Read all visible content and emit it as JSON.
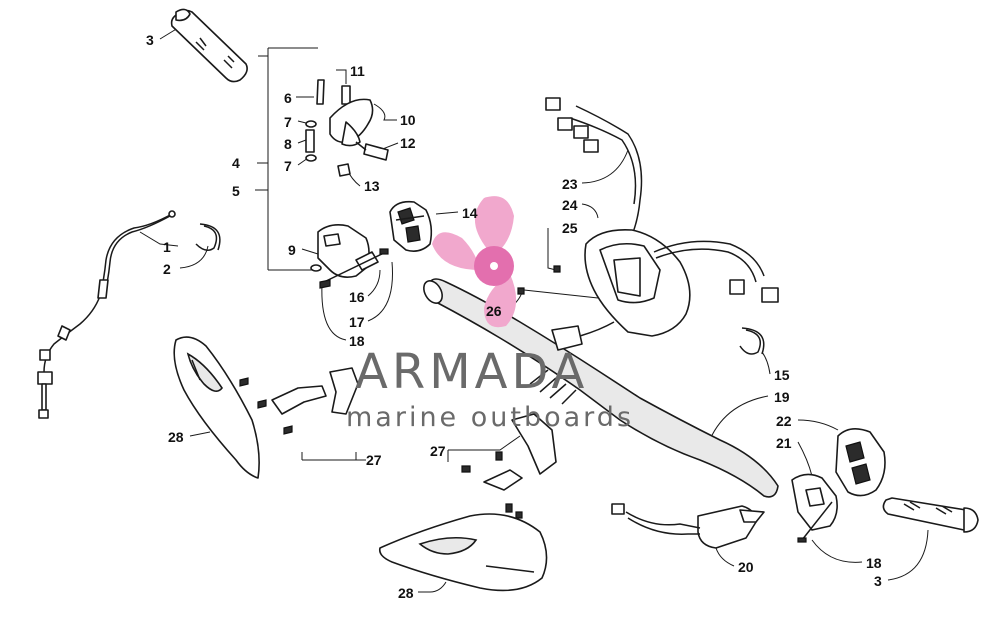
{
  "callouts": [
    {
      "id": "c3a",
      "label": "3"
    },
    {
      "id": "c11",
      "label": "11"
    },
    {
      "id": "c6",
      "label": "6"
    },
    {
      "id": "c10",
      "label": "10"
    },
    {
      "id": "c7a",
      "label": "7"
    },
    {
      "id": "c8",
      "label": "8"
    },
    {
      "id": "c12",
      "label": "12"
    },
    {
      "id": "c7b",
      "label": "7"
    },
    {
      "id": "c4",
      "label": "4"
    },
    {
      "id": "c13",
      "label": "13"
    },
    {
      "id": "c5",
      "label": "5"
    },
    {
      "id": "c14",
      "label": "14"
    },
    {
      "id": "c1",
      "label": "1"
    },
    {
      "id": "c2",
      "label": "2"
    },
    {
      "id": "c9",
      "label": "9"
    },
    {
      "id": "c16",
      "label": "16"
    },
    {
      "id": "c17",
      "label": "17"
    },
    {
      "id": "c18a",
      "label": "18"
    },
    {
      "id": "c23",
      "label": "23"
    },
    {
      "id": "c24",
      "label": "24"
    },
    {
      "id": "c25",
      "label": "25"
    },
    {
      "id": "c26",
      "label": "26"
    },
    {
      "id": "c15",
      "label": "15"
    },
    {
      "id": "c19",
      "label": "19"
    },
    {
      "id": "c22",
      "label": "22"
    },
    {
      "id": "c21",
      "label": "21"
    },
    {
      "id": "c28a",
      "label": "28"
    },
    {
      "id": "c27a",
      "label": "27"
    },
    {
      "id": "c27b",
      "label": "27"
    },
    {
      "id": "c20",
      "label": "20"
    },
    {
      "id": "c18b",
      "label": "18"
    },
    {
      "id": "c3b",
      "label": "3"
    },
    {
      "id": "c28b",
      "label": "28"
    }
  ],
  "watermark": {
    "brand": "ARMADA",
    "tagline": "marine outboards",
    "blade_color": "#f1a8cd",
    "hub_color": "#e36fae",
    "text_color": "#6a6a6a"
  }
}
